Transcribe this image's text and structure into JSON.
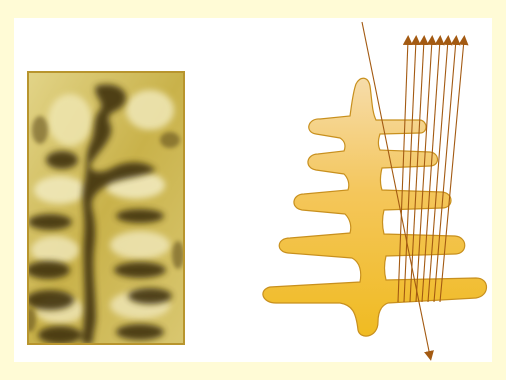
{
  "colors": {
    "page_background": "#fffbd6",
    "panel_background": "#ffffff",
    "photo_frame": "#b8952e",
    "photo_base": "#d8c46a",
    "photo_dark": "#4a3a10",
    "scale_fill_light": "#f5d79a",
    "scale_fill_dark": "#f0bd2a",
    "scale_outline": "#c8901e",
    "ray_color": "#a35a12"
  },
  "icons": {
    "photo": "microscope-photo",
    "scale": "branching-ridge-scale",
    "rays": "light-rays-arrows"
  }
}
